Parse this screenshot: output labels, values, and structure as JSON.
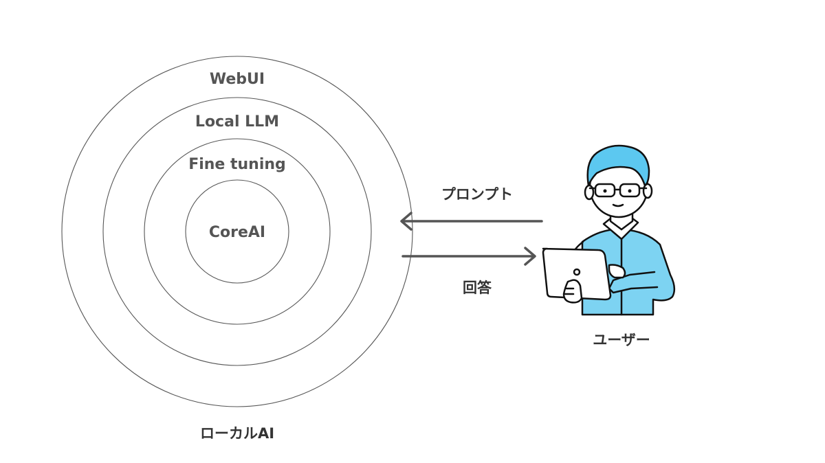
{
  "diagram": {
    "layers": [
      "WebUI",
      "Local LLM",
      "Fine tuning",
      "CoreAI"
    ],
    "system_label": "ローカルAI",
    "prompt_label": "プロンプト",
    "answer_label": "回答",
    "user_label": "ユーザー"
  },
  "colors": {
    "ring_stroke": "#555555",
    "arrow": "#555555",
    "label_text": "#555555",
    "caption_text": "#333333",
    "shirt": "#7DD3F2",
    "hair": "#5CC8F0",
    "skin": "#FFFFFF",
    "outline": "#111111"
  },
  "icons": {
    "user": "person-with-laptop-icon"
  }
}
